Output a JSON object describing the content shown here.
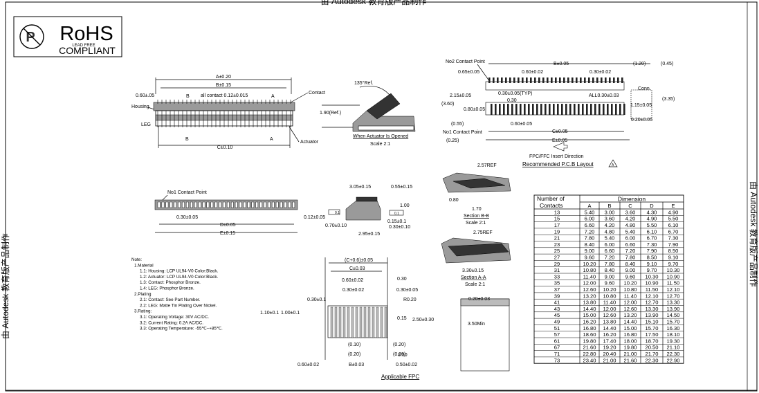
{
  "watermark": {
    "top": "由 Autodesk 教育版产品制作",
    "right": "由 Autodesk 教育版产品制作",
    "left": "由 Autodesk 教育版产品制作"
  },
  "rohs": {
    "title": "RoHS",
    "subtitle": "COMPLIANT",
    "lead": "LEAD FREE"
  },
  "front": {
    "a": "A±0.20",
    "b": "B±0.15",
    "pitch": "0.60±.05",
    "bmark": "B",
    "amark": "A",
    "allcontact": "all contact 0.12±0.015",
    "contact": "Contact",
    "housing": "Housing",
    "leg": "LEG",
    "actuator": "Actuator",
    "c": "C±0.10"
  },
  "side": {
    "ref135": "135°Ref.",
    "h190": "1.90(Ref.)",
    "caption": "When Actuator Is Opened",
    "scale": "Scale 2:1"
  },
  "pcb": {
    "no2": "No2 Contact Point",
    "no1": "No1 Contact Point",
    "d065": "0.65±0.05",
    "d060": "0.60±0.02",
    "bdim": "B±0.05",
    "d030": "0.30±0.02",
    "d120": "(1.20)",
    "d045": "(0.45)",
    "d215": "2.15±0.05",
    "d360": "(3.60)",
    "d080": "0.80±0.05",
    "typ": "0.30±0.05(TYP)",
    "d030b": "0.30",
    "all": "ALL0.30±0.03",
    "conn": "Conn.",
    "d115": "1.15±0.05",
    "d335": "(3.35)",
    "d020": "0.20±0.05",
    "d055": "(0.55)",
    "d060b": "0.60±0.05",
    "cdim": "C±0.05",
    "d025": "(0.25)",
    "edim": "E±0.05",
    "insert": "FPC/FFC Insert Direction",
    "layout": "Recommended P.C.B Layout",
    "tri": "A"
  },
  "bottom": {
    "no1": "No1 Contact Point",
    "pitch": "0.30±0.05",
    "d": "D±0.05",
    "e": "E±0.15",
    "d012": "0.12±0.05"
  },
  "detail": {
    "d305": "3.05±0.15",
    "d055": "0.55±0.15",
    "d100": "1.00",
    "d070": "0.70±0.10",
    "d015": "0.15±0.1",
    "d030": "0.30±0.10",
    "d295": "2.95±0.15",
    "box1": "0.1",
    "box2": "0.1"
  },
  "sectionB": {
    "ref": "2.57REF",
    "d080": "0.80",
    "d170": "1.70",
    "title": "Section B-B",
    "scale": "Scale 2:1"
  },
  "sectionA": {
    "ref": "2.75REF",
    "d330": "3.30±0.15",
    "title": "Section A-A",
    "scale": "Scale 2:1"
  },
  "fpc": {
    "c06": "(C+0.6)±0.05",
    "c": "C±0.03",
    "d060": "0.60±0.02",
    "d030a": "0.30±0.02",
    "d030r": "0.30",
    "d030b": "0.30±0.02",
    "d030c": "0.30±0.05",
    "d030l": "0.30±0.1",
    "r": "R0.20",
    "d110": "1.10±0.1",
    "d100": "1.00±0.1",
    "d015": "0.15",
    "d250": "2.50±0.30",
    "p010": "(0.10)",
    "p020a": "(0.20)",
    "p020b": "(0.20)",
    "p020c": "(0.20)",
    "d060b": "0.60±0.02",
    "b": "B±0.03",
    "d050": "0.50±0.02",
    "d050b": "0.50",
    "title": "Applicable  FPC",
    "d020": "0.20±0.03",
    "min": "3.50Min"
  },
  "notes": [
    "Note:",
    "1.Material",
    "1.1: Housing: LCP UL94-V0 Color:Black.",
    "1.2: Actuator: LCP UL94-V0 Color:Black.",
    "1.3: Contact: Phosphor Bronze.",
    "1.4: LEG: Phosphor Bronze.",
    "2.Plating",
    "2.1: Contact: See Part Number.",
    "2.2: LEG: Matte Tin Plating Over Nickel.",
    "3.Rating:",
    "3.1: Operating Voltage: 30V AC/DC.",
    "3.2: Current Rating: 0.2A AC/DC.",
    "3.3: Operating Temperature: -55℃~+85℃."
  ],
  "table": {
    "h1": "Number of",
    "h2": "Contacts",
    "dimension": "Dimension",
    "cols": [
      "A",
      "B",
      "C",
      "D",
      "E"
    ],
    "rows": [
      [
        "13",
        "5.40",
        "3.00",
        "3.60",
        "4.30",
        "4.90"
      ],
      [
        "15",
        "6.00",
        "3.60",
        "4.20",
        "4.90",
        "5.50"
      ],
      [
        "17",
        "6.60",
        "4.20",
        "4.80",
        "5.50",
        "6.10"
      ],
      [
        "19",
        "7.20",
        "4.80",
        "5.40",
        "6.10",
        "6.70"
      ],
      [
        "21",
        "7.80",
        "5.40",
        "6.00",
        "6.70",
        "7.30"
      ],
      [
        "23",
        "8.40",
        "6.00",
        "6.60",
        "7.30",
        "7.90"
      ],
      [
        "25",
        "9.00",
        "6.60",
        "7.20",
        "7.90",
        "8.50"
      ],
      [
        "27",
        "9.60",
        "7.20",
        "7.80",
        "8.50",
        "9.10"
      ],
      [
        "29",
        "10.20",
        "7.80",
        "8.40",
        "9.10",
        "9.70"
      ],
      [
        "31",
        "10.80",
        "8.40",
        "9.00",
        "9.70",
        "10.30"
      ],
      [
        "33",
        "11.40",
        "9.00",
        "9.60",
        "10.30",
        "10.90"
      ],
      [
        "35",
        "12.00",
        "9.60",
        "10.20",
        "10.90",
        "11.50"
      ],
      [
        "37",
        "12.60",
        "10.20",
        "10.80",
        "11.50",
        "12.10"
      ],
      [
        "39",
        "13.20",
        "10.80",
        "11.40",
        "12.10",
        "12.70"
      ],
      [
        "41",
        "13.80",
        "11.40",
        "12.00",
        "12.70",
        "13.30"
      ],
      [
        "43",
        "14.40",
        "12.00",
        "12.60",
        "13.30",
        "13.90"
      ],
      [
        "45",
        "15.00",
        "12.60",
        "13.20",
        "13.90",
        "14.50"
      ],
      [
        "49",
        "16.20",
        "13.80",
        "14.40",
        "15.10",
        "15.70"
      ],
      [
        "51",
        "16.80",
        "14.40",
        "15.00",
        "15.70",
        "16.30"
      ],
      [
        "57",
        "18.60",
        "16.20",
        "16.80",
        "17.50",
        "18.10"
      ],
      [
        "61",
        "19.80",
        "17.40",
        "18.00",
        "18.70",
        "19.30"
      ],
      [
        "67",
        "21.60",
        "19.20",
        "19.80",
        "20.50",
        "21.10"
      ],
      [
        "71",
        "22.80",
        "20.40",
        "21.00",
        "21.70",
        "22.30"
      ],
      [
        "73",
        "23.40",
        "21.00",
        "21.60",
        "22.30",
        "22.90"
      ]
    ]
  }
}
